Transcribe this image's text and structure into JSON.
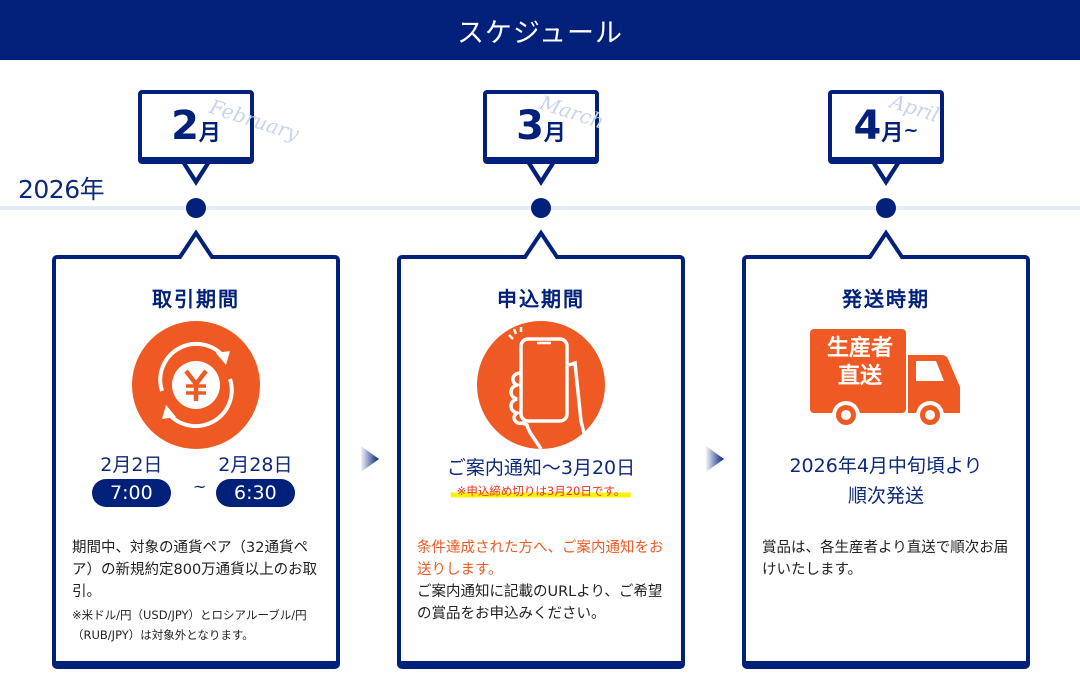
{
  "header": {
    "title": "スケジュール"
  },
  "timeline": {
    "year": "2026年"
  },
  "months": [
    {
      "num": "2",
      "unit": "月",
      "suffix": "",
      "script": "February"
    },
    {
      "num": "3",
      "unit": "月",
      "suffix": "",
      "script": "March"
    },
    {
      "num": "4",
      "unit": "月",
      "suffix": "~",
      "script": "April"
    }
  ],
  "cards": [
    {
      "title": "取引期間",
      "icon": "yen-exchange-icon",
      "period": {
        "start_date": "2月2日",
        "start_time": "7:00",
        "separator": "~",
        "end_date": "2月28日",
        "end_time": "6:30"
      },
      "body": "期間中、対象の通貨ペア（32通貨ペア）の新規約定800万通貨以上のお取引。",
      "note": "※米ドル/円（USD/JPY）とロシアルーブル/円（RUB/JPY）は対象外となります。"
    },
    {
      "title": "申込期間",
      "icon": "smartphone-hand-icon",
      "notice": "ご案内通知〜3月20日",
      "deadline": "※申込締め切りは3月20日です。",
      "body_highlight": "条件達成された方へ、ご案内通知をお送りします。",
      "body": "ご案内通知に記載のURLより、ご希望の賞品をお申込みください。"
    },
    {
      "title": "発送時期",
      "icon": "delivery-truck-icon",
      "truck_label_line1": "生産者",
      "truck_label_line2": "直送",
      "ship_line1": "2026年4月中旬頃より",
      "ship_line2": "順次発送",
      "body": "賞品は、各生産者より直送で順次お届けいたします。"
    }
  ],
  "colors": {
    "navy": "#00207a",
    "orange": "#ef5a24",
    "timeline": "#e4eaf8",
    "highlight": "#fff200",
    "deadline_red": "#e8311b"
  }
}
